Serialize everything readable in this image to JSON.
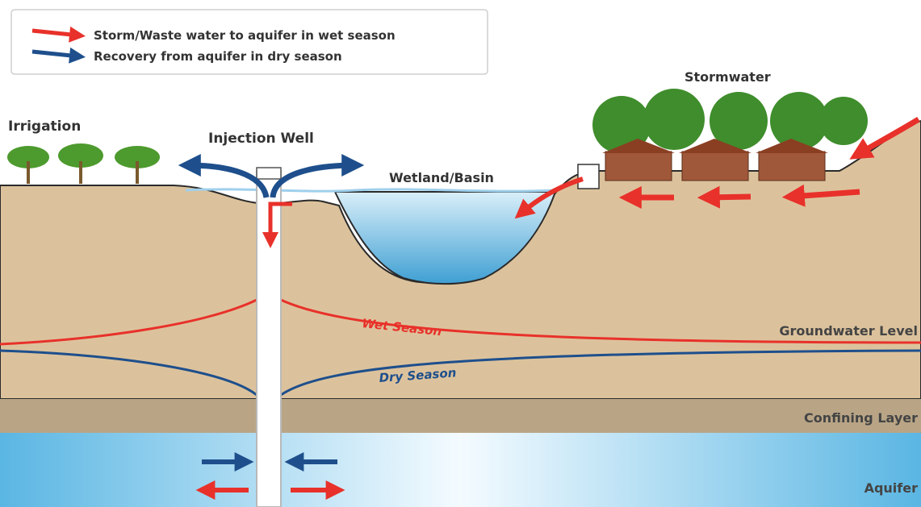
{
  "legend": {
    "items": [
      {
        "text": "Storm/Waste water to aquifer in wet season",
        "color": "#e8312a"
      },
      {
        "text": "Recovery from aquifer in dry season",
        "color": "#1e4f8c"
      }
    ]
  },
  "labels": {
    "irrigation": "Irrigation",
    "injection_well": "Injection Well",
    "wetland_basin": "Wetland/Basin",
    "stormwater": "Stormwater",
    "wet_season": "Wet Season",
    "dry_season": "Dry Season",
    "groundwater_level": "Groundwater Level",
    "confining_layer": "Confining Layer",
    "aquifer": "Aquifer"
  },
  "colors": {
    "red_arrow": "#e8312a",
    "blue_arrow": "#1e4f8c",
    "soil": "#dcc29c",
    "confining": "#b9a586",
    "aquifer": "#5ab6e3",
    "water": "#7fc4e8"
  }
}
